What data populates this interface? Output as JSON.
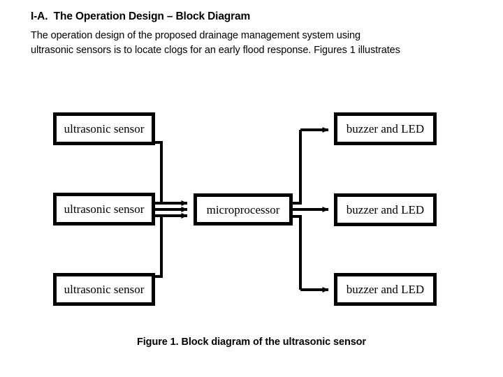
{
  "slide": {
    "heading": "I-A.  The Operation Design – Block Diagram",
    "paragraph_line_1": "The operation design of the proposed drainage management system using",
    "paragraph_line_2": "ultrasonic sensors is to locate clogs for an early flood response. Figures 1 illustrates",
    "caption": "Figure 1. Block diagram of the ultrasonic sensor"
  },
  "diagram": {
    "type": "block-diagram",
    "stroke_color": "#000000",
    "fill_color": "#ffffff",
    "nodes": [
      {
        "id": "sensor-1",
        "label": "ultrasonic sensor",
        "column": "left",
        "row": 1
      },
      {
        "id": "sensor-2",
        "label": "ultrasonic sensor",
        "column": "left",
        "row": 2
      },
      {
        "id": "sensor-3",
        "label": "ultrasonic sensor",
        "column": "left",
        "row": 3
      },
      {
        "id": "microprocessor",
        "label": "microprocessor",
        "column": "center",
        "row": 2
      },
      {
        "id": "buzzer-1",
        "label": "buzzer and LED",
        "column": "right",
        "row": 1
      },
      {
        "id": "buzzer-2",
        "label": "buzzer and LED",
        "column": "right",
        "row": 2
      },
      {
        "id": "buzzer-3",
        "label": "buzzer and LED",
        "column": "right",
        "row": 3
      }
    ],
    "edges": [
      {
        "from": "sensor-1",
        "to": "microprocessor",
        "arrow": true
      },
      {
        "from": "sensor-2",
        "to": "microprocessor",
        "arrow": true
      },
      {
        "from": "sensor-3",
        "to": "microprocessor",
        "arrow": true
      },
      {
        "from": "microprocessor",
        "to": "buzzer-1",
        "arrow": true
      },
      {
        "from": "microprocessor",
        "to": "buzzer-2",
        "arrow": true
      },
      {
        "from": "microprocessor",
        "to": "buzzer-3",
        "arrow": true
      }
    ]
  }
}
